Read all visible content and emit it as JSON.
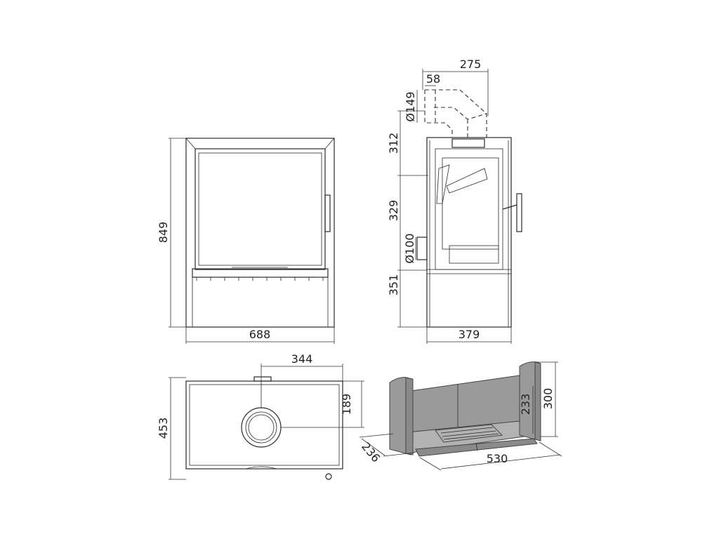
{
  "front_view": {
    "height_label": "849",
    "width_label": "688"
  },
  "side_view": {
    "depth_label": "379",
    "dim_top_label": "312",
    "dim_middle_label": "329",
    "dim_bottom_label": "351",
    "flue_diameter_top_label": "Ø149",
    "flue_diameter_rear_label": "Ø100",
    "flue_offset_small_label": "58",
    "flue_offset_large_label": "275"
  },
  "top_view": {
    "flue_x_label": "344",
    "flue_y_label": "189",
    "depth_label": "453"
  },
  "firebox": {
    "depth_label": "236",
    "width_label": "530",
    "inner_height_label": "233",
    "outer_height_label": "300"
  }
}
